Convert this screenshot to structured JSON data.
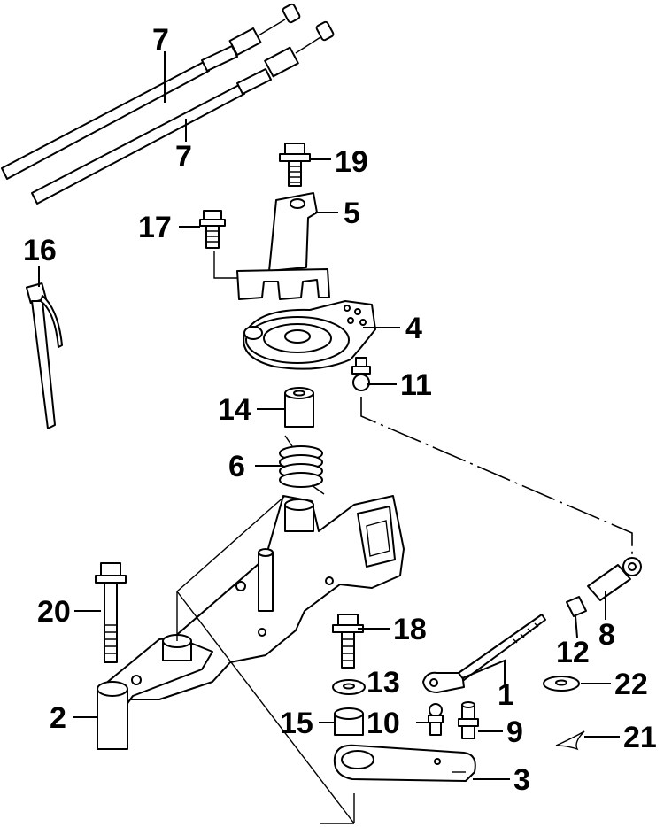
{
  "diagram": {
    "callouts": {
      "c1": "1",
      "c2": "2",
      "c3": "3",
      "c4": "4",
      "c5": "5",
      "c6": "6",
      "c7a": "7",
      "c7b": "7",
      "c8": "8",
      "c9": "9",
      "c10": "10",
      "c11": "11",
      "c12": "12",
      "c13": "13",
      "c14": "14",
      "c15": "15",
      "c16": "16",
      "c17": "17",
      "c18": "18",
      "c19": "19",
      "c20": "20",
      "c21": "21",
      "c22": "22"
    }
  }
}
